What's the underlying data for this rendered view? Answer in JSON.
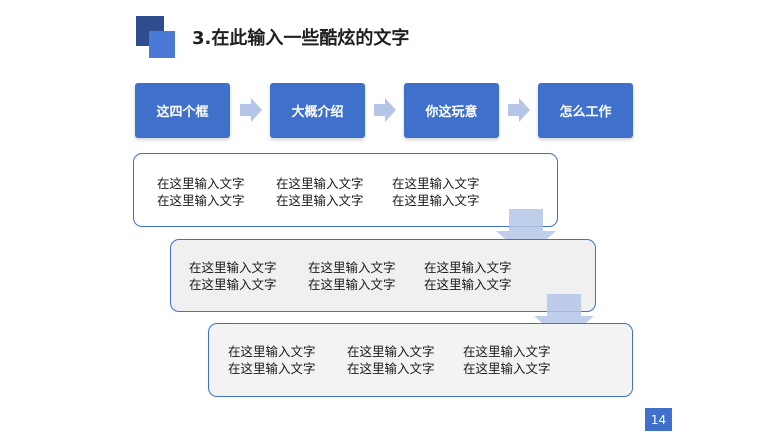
{
  "title": "3.在此输入一些酷炫的文字",
  "steps": [
    {
      "label": "这四个框"
    },
    {
      "label": "大概介绍"
    },
    {
      "label": "你这玩意"
    },
    {
      "label": "怎么工作"
    }
  ],
  "content_boxes": [
    {
      "rows": [
        [
          "在这里输入文字",
          "在这里输入文字",
          "在这里输入文字"
        ],
        [
          "在这里输入文字",
          "在这里输入文字",
          "在这里输入文字"
        ]
      ]
    },
    {
      "rows": [
        [
          "在这里输入文字",
          "在这里输入文字",
          "在这里输入文字"
        ],
        [
          "在这里输入文字",
          "在这里输入文字",
          "在这里输入文字"
        ]
      ]
    },
    {
      "rows": [
        [
          "在这里输入文字",
          "在这里输入文字",
          "在这里输入文字"
        ],
        [
          "在这里输入文字",
          "在这里输入文字",
          "在这里输入文字"
        ]
      ]
    }
  ],
  "page_number": "14",
  "colors": {
    "accent": "#3f70cb",
    "accent_dark": "#2e4c8e",
    "arrow_fill": "#b4c5e8"
  }
}
